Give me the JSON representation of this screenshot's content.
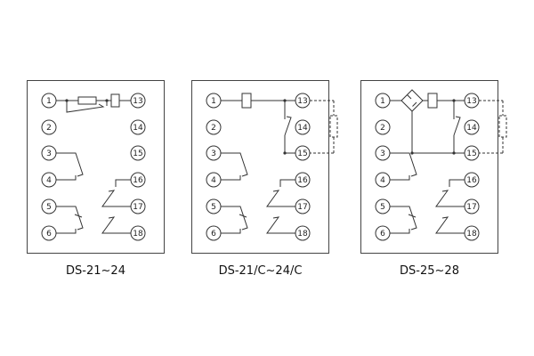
{
  "panels": [
    {
      "label": "DS-21~24",
      "terminals_left": [
        "1",
        "2",
        "3",
        "4",
        "5",
        "6"
      ],
      "terminals_right": [
        "13",
        "14",
        "15",
        "16",
        "17",
        "18"
      ]
    },
    {
      "label": "DS-21/C~24/C",
      "terminals_left": [
        "1",
        "2",
        "3",
        "4",
        "5",
        "6"
      ],
      "terminals_right": [
        "13",
        "14",
        "15",
        "16",
        "17",
        "18"
      ]
    },
    {
      "label": "DS-25~28",
      "terminals_left": [
        "1",
        "2",
        "3",
        "4",
        "5",
        "6"
      ],
      "terminals_right": [
        "13",
        "14",
        "15",
        "16",
        "17",
        "18"
      ]
    }
  ],
  "colors": {
    "stroke": "#333333",
    "background": "#ffffff"
  }
}
